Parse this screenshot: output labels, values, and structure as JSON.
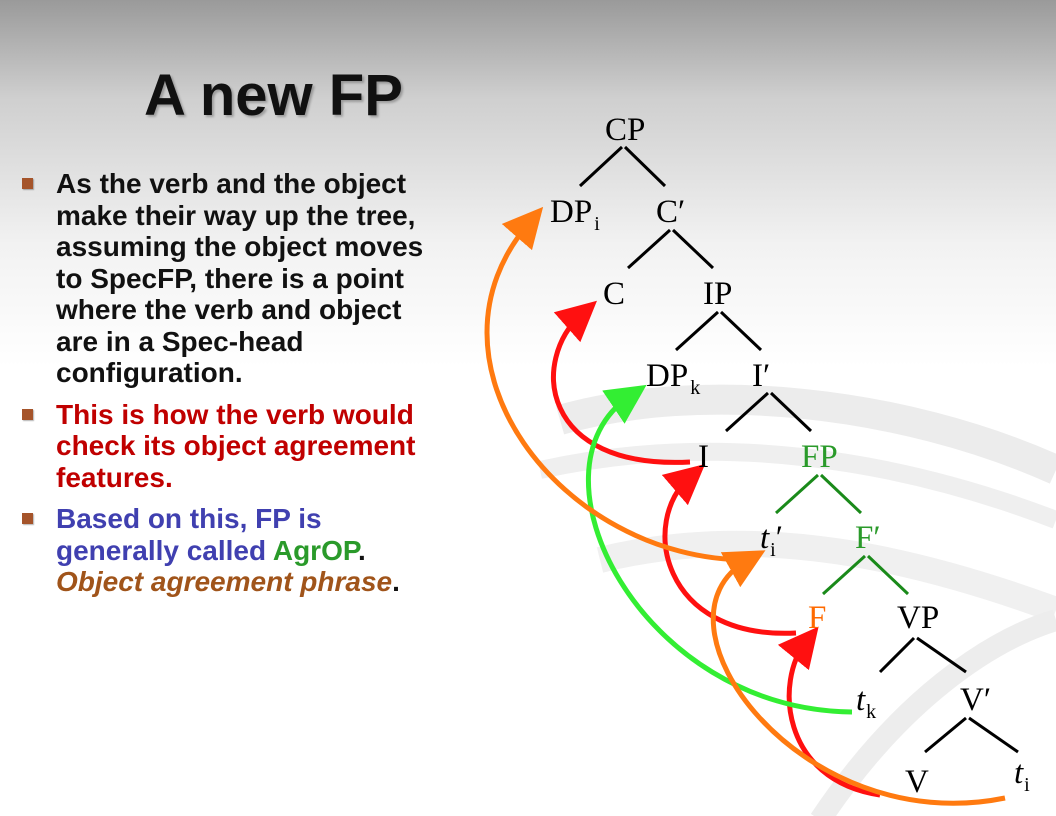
{
  "title": "A new FP",
  "bullets": [
    {
      "text": "As the verb and the object make their way up the tree, assuming the object moves to SpecFP, there is a point where the verb and object are in a Spec-head configuration."
    },
    {
      "text": "This is how the verb would check its object agreement features."
    },
    {
      "part1": "Based on this, FP is generally called ",
      "agrop": "AgrOP",
      "dot": ".",
      "italic": "Object agreement phrase",
      "end": "."
    }
  ],
  "tree": {
    "nodes": {
      "cp": "CP",
      "dp_i": "DP",
      "dp_i_sub": "i",
      "c_bar": "C′",
      "c": "C",
      "ip": "IP",
      "dp_k": "DP",
      "dp_k_sub": "k",
      "i_bar": "I′",
      "i": "I",
      "fp": "FP",
      "t_i_prime": "t",
      "t_i_prime_sub": "i",
      "t_i_prime_mark": "′",
      "f_bar": "F′",
      "f": "F",
      "vp": "VP",
      "t_k": "t",
      "t_k_sub": "k",
      "v_bar": "V′",
      "v": "V",
      "t_i": "t",
      "t_i_sub": "i"
    },
    "colors": {
      "black": "#000000",
      "green": "#1a8a1a",
      "red_arrow": "#ff1010",
      "green_arrow": "#33ee33",
      "orange_arrow": "#ff7a10",
      "fp_label": "#2a9a2a",
      "f_label": "#ff6a00"
    }
  }
}
